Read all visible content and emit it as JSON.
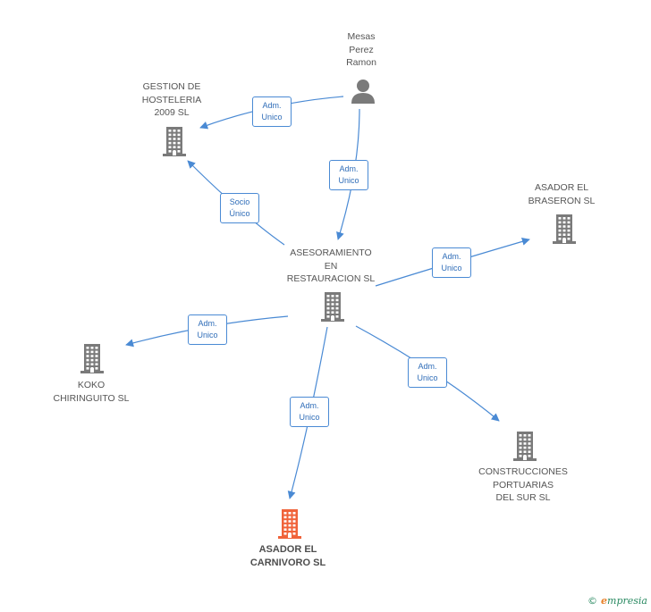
{
  "colors": {
    "edge": "#4a8ad4",
    "building": "#7a7a7a",
    "highlight": "#f0633a",
    "person": "#7a7a7a"
  },
  "nodes": [
    {
      "id": "mesas",
      "label": "Mesas\nPerez\nRamon",
      "icon": "person-icon"
    },
    {
      "id": "gestion",
      "label": "GESTION DE\nHOSTELERIA\n2009 SL",
      "icon": "building-icon"
    },
    {
      "id": "braseron",
      "label": "ASADOR EL\nBRASERON SL",
      "icon": "building-icon"
    },
    {
      "id": "asesoramiento",
      "label": "ASESORAMIENTO\nEN\nRESTAURACION SL",
      "icon": "building-icon"
    },
    {
      "id": "koko",
      "label": "KOKO\nCHIRINGUITO SL",
      "icon": "building-icon"
    },
    {
      "id": "construcciones",
      "label": "CONSTRUCCIONES\nPORTUARIAS\nDEL SUR SL",
      "icon": "building-icon"
    },
    {
      "id": "carnivoro",
      "label": "ASADOR EL\nCARNIVORO SL",
      "icon": "building-icon",
      "highlight": true
    }
  ],
  "edges": [
    {
      "from": "mesas",
      "to": "gestion",
      "label": [
        "Adm.",
        "Unico"
      ]
    },
    {
      "from": "mesas",
      "to": "asesoramiento",
      "label": [
        "Adm.",
        "Unico"
      ]
    },
    {
      "from": "asesoramiento",
      "to": "gestion",
      "label": [
        "Socio",
        "Único"
      ]
    },
    {
      "from": "asesoramiento",
      "to": "braseron",
      "label": [
        "Adm.",
        "Unico"
      ]
    },
    {
      "from": "asesoramiento",
      "to": "koko",
      "label": [
        "Adm.",
        "Unico"
      ]
    },
    {
      "from": "asesoramiento",
      "to": "construcciones",
      "label": [
        "Adm.",
        "Unico"
      ]
    },
    {
      "from": "asesoramiento",
      "to": "carnivoro",
      "label": [
        "Adm.",
        "Unico"
      ]
    }
  ],
  "credit": {
    "symbol": "©",
    "initial": "e",
    "rest": "mpresia"
  }
}
